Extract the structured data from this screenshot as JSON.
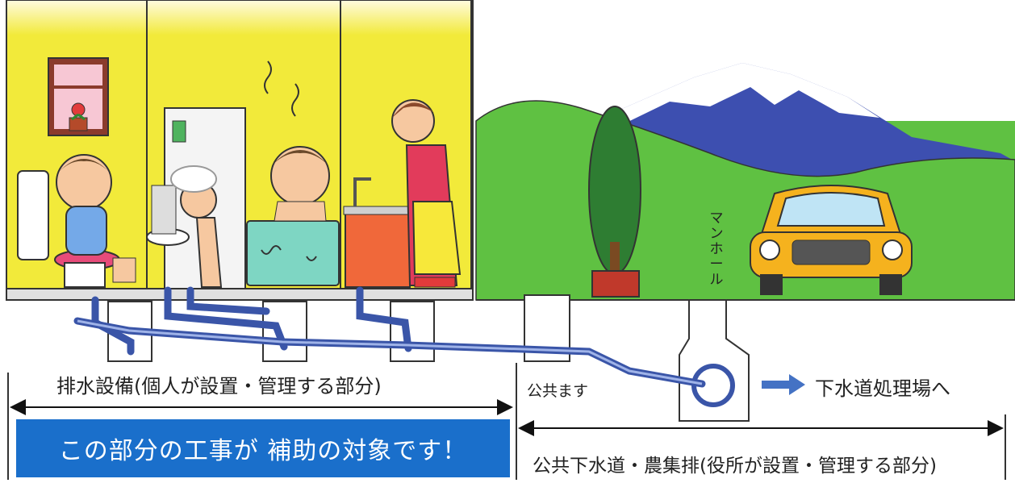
{
  "labels": {
    "private_section": "排水設備(個人が設置・管理する部分)",
    "public_basin": "公共ます",
    "manhole": "マンホール",
    "treatment_plant": "下水道処理場へ",
    "public_section": "公共下水道・農集排(役所が設置・管理する部分)",
    "subsidy_note": "この部分の工事が 補助の対象です！"
  },
  "icons": [
    "window-icon",
    "flower-pot-icon",
    "toilet-icon",
    "washbasin-icon",
    "bathtub-icon",
    "kitchen-sink-icon",
    "tree-icon",
    "mountain-icon",
    "car-icon",
    "manhole-icon",
    "arrow-right-icon"
  ],
  "colors": {
    "house_wall": "#f2ea3a",
    "ground": "#5fc142",
    "pipe": "#3a55a8",
    "subsidy_box": "#1a6fcb",
    "flow_arrow": "#4472c4"
  }
}
